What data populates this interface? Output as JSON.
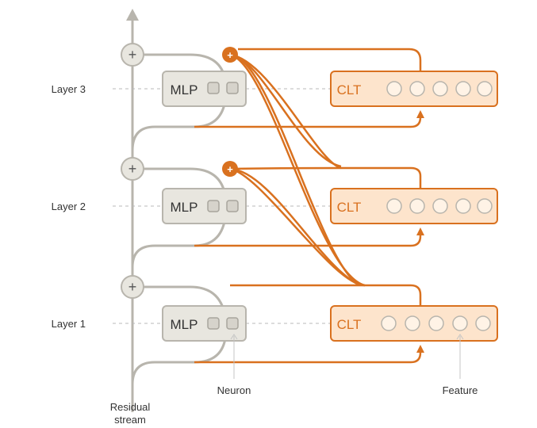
{
  "layers": [
    {
      "label": "Layer 3",
      "mlp_label": "MLP",
      "clt_label": "CLT"
    },
    {
      "label": "Layer 2",
      "mlp_label": "MLP",
      "clt_label": "CLT"
    },
    {
      "label": "Layer 1",
      "mlp_label": "MLP",
      "clt_label": "CLT"
    }
  ],
  "annotations": {
    "neuron": "Neuron",
    "feature": "Feature",
    "residual_line1": "Residual",
    "residual_line2": "stream"
  },
  "symbols": {
    "plus": "+"
  },
  "colors": {
    "gray_stroke": "#b8b5ad",
    "gray_fill": "#e8e6df",
    "orange": "#d9711f",
    "orange_fill": "#fde4cc",
    "dashed": "#b8b8b8",
    "text": "#333333"
  }
}
